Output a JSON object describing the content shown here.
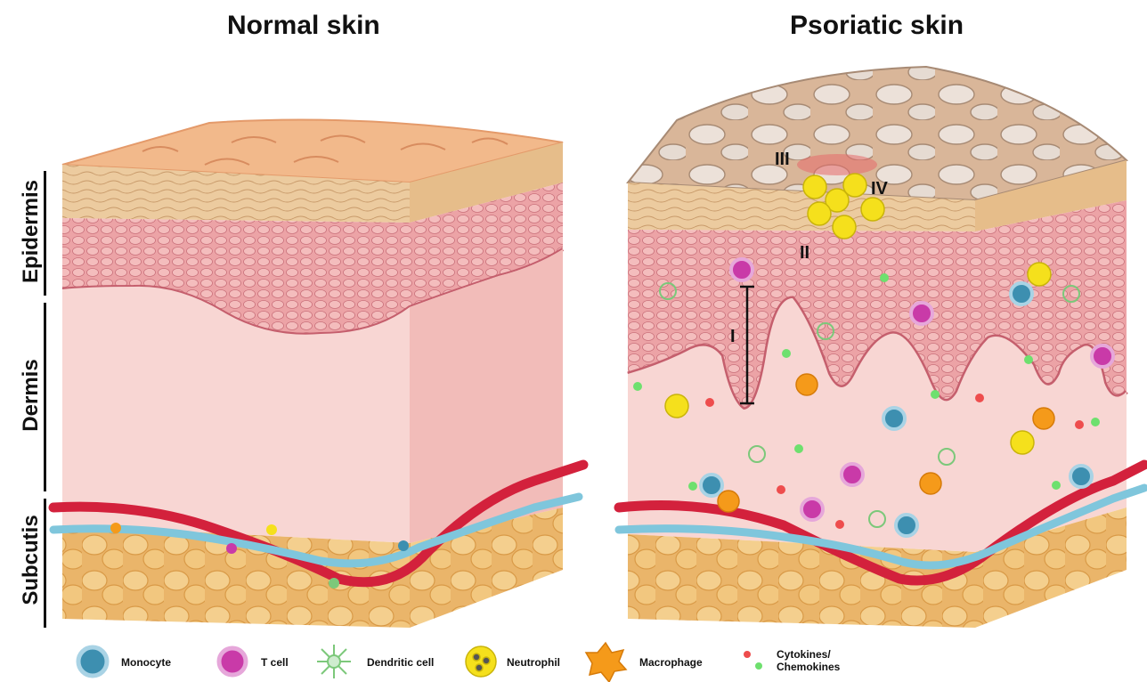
{
  "titles": {
    "normal": "Normal skin",
    "psoriatic": "Psoriatic skin"
  },
  "layers": {
    "epidermis": "Epidermis",
    "dermis": "Dermis",
    "subcutis": "Subcutis"
  },
  "annotations": {
    "i": "I",
    "ii": "II",
    "iii": "III",
    "iv": "IV"
  },
  "legend": {
    "monocyte": "Monocyte",
    "tcell": "T cell",
    "dendritic": "Dendritic cell",
    "neutrophil": "Neutrophil",
    "macrophage": "Macrophage",
    "cytokines_line1": "Cytokines/",
    "cytokines_line2": "Chemokines"
  },
  "colors": {
    "stratum": "#eac79a",
    "surface": "#f2b98b",
    "epidermis_pink": "#e89aa0",
    "dermis": "#f6cfcd",
    "fat": "#eab56a",
    "artery": "#d3213c",
    "vein": "#7fc6dc",
    "monocyte": "#3d8fb0",
    "tcell": "#c93aa8",
    "neutrophil": "#f5e01c",
    "macrophage": "#f59a1a",
    "dendritic": "#7cc87a",
    "cytokine_red": "#ee4d4d",
    "chemokine_green": "#6ee06e"
  }
}
